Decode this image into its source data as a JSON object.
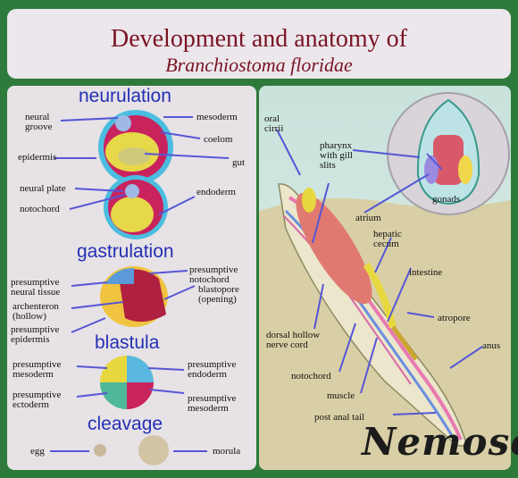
{
  "title": {
    "line1": "Development and anatomy of",
    "line2": "Branchiostoma floridae"
  },
  "stages": {
    "neurulation": "neurulation",
    "gastrulation": "gastrulation",
    "blastula": "blastula",
    "cleavage": "cleavage"
  },
  "left_labels": {
    "neural_groove": "neural\ngroove",
    "mesoderm": "mesoderm",
    "coelom": "coelom",
    "epidermis": "epidermis",
    "gut": "gut",
    "neural_plate": "neural plate",
    "endoderm": "endoderm",
    "notochord": "notochord",
    "presumptive_neural_tissue": "presumptive\nneural tissue",
    "presumptive_notochord": "presumptive\nnotochord",
    "archenteron": "archenteron\n(hollow)",
    "blastopore": "blastopore\n(opening)",
    "presumptive_epidermis": "presumptive\nepidermis",
    "presumptive_mesoderm_left": "presumptive\nmesoderm",
    "presumptive_endoderm": "presumptive\nendoderm",
    "presumptive_ectoderm": "presumptive\nectoderm",
    "presumptive_mesoderm_right": "presumptive\nmesoderm",
    "egg": "egg",
    "morula": "morula"
  },
  "right_labels": {
    "oral_cirrii": "oral\ncirrii",
    "pharynx": "pharynx\nwith gill\nslits",
    "gonads": "gonads",
    "atrium": "atrium",
    "hepatic_cecum": "hepatic\ncecum",
    "intestine": "intestine",
    "atropore": "atropore",
    "dorsal_hollow_nerve_cord": "dorsal hollow\nnerve cord",
    "anus": "anus",
    "notochord": "notochord",
    "muscle": "muscle",
    "post_anal_tail": "post anal tail"
  },
  "signature": "Nemose",
  "colors": {
    "background": "#2e7a3b",
    "panel": "#e6e2e6",
    "title": "#7a1424",
    "stage_heading": "#2530b4",
    "arrow": "#5656d6",
    "sand": "#d9cfa6",
    "water": "#cfe3dd"
  }
}
